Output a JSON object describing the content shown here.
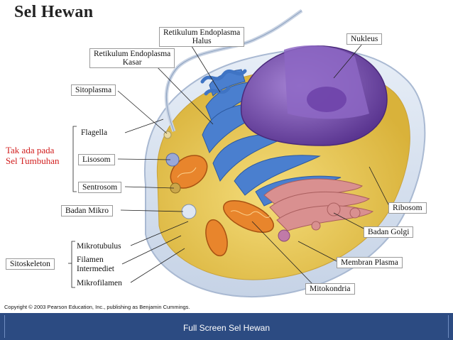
{
  "title": "Sel Hewan",
  "labels": {
    "retikulum_halus": "Retikulum Endoplasma",
    "retikulum_halus_sub": "Halus",
    "retikulum_kasar": "Retikulum Endoplasma",
    "retikulum_kasar_sub": "Kasar",
    "nukleus": "Nukleus",
    "sitoplasma": "Sitoplasma",
    "flagella": "Flagella",
    "lisosom": "Lisosom",
    "sentrosom": "Sentrosom",
    "badan_mikro": "Badan Mikro",
    "ribosom": "Ribosom",
    "badan_golgi": "Badan Golgi",
    "membran_plasma": "Membran Plasma",
    "mitokondria": "Mitokondria",
    "mikrotubulus": "Mikrotubulus",
    "filamen": "Filamen",
    "intermediet": "Intermediet",
    "mikrofilamen": "Mikrofilamen",
    "sitoskeleton": "Sitoskeleton",
    "tak_ada_1": "Tak ada pada",
    "tak_ada_2": "Sel Tumbuhan"
  },
  "copyright": "Copyright © 2003 Pearson Education, Inc., publishing as Benjamin Cummings.",
  "footer": "Full Screen Sel Hewan",
  "colors": {
    "footer_bg": "#2c4b82",
    "highlight_text": "#d11d1d",
    "nucleus": "#7a4fb0",
    "er": "#3f74c4",
    "golgi": "#d48585",
    "mitochondria": "#e0802c",
    "cytoplasm": "#e6c548"
  }
}
